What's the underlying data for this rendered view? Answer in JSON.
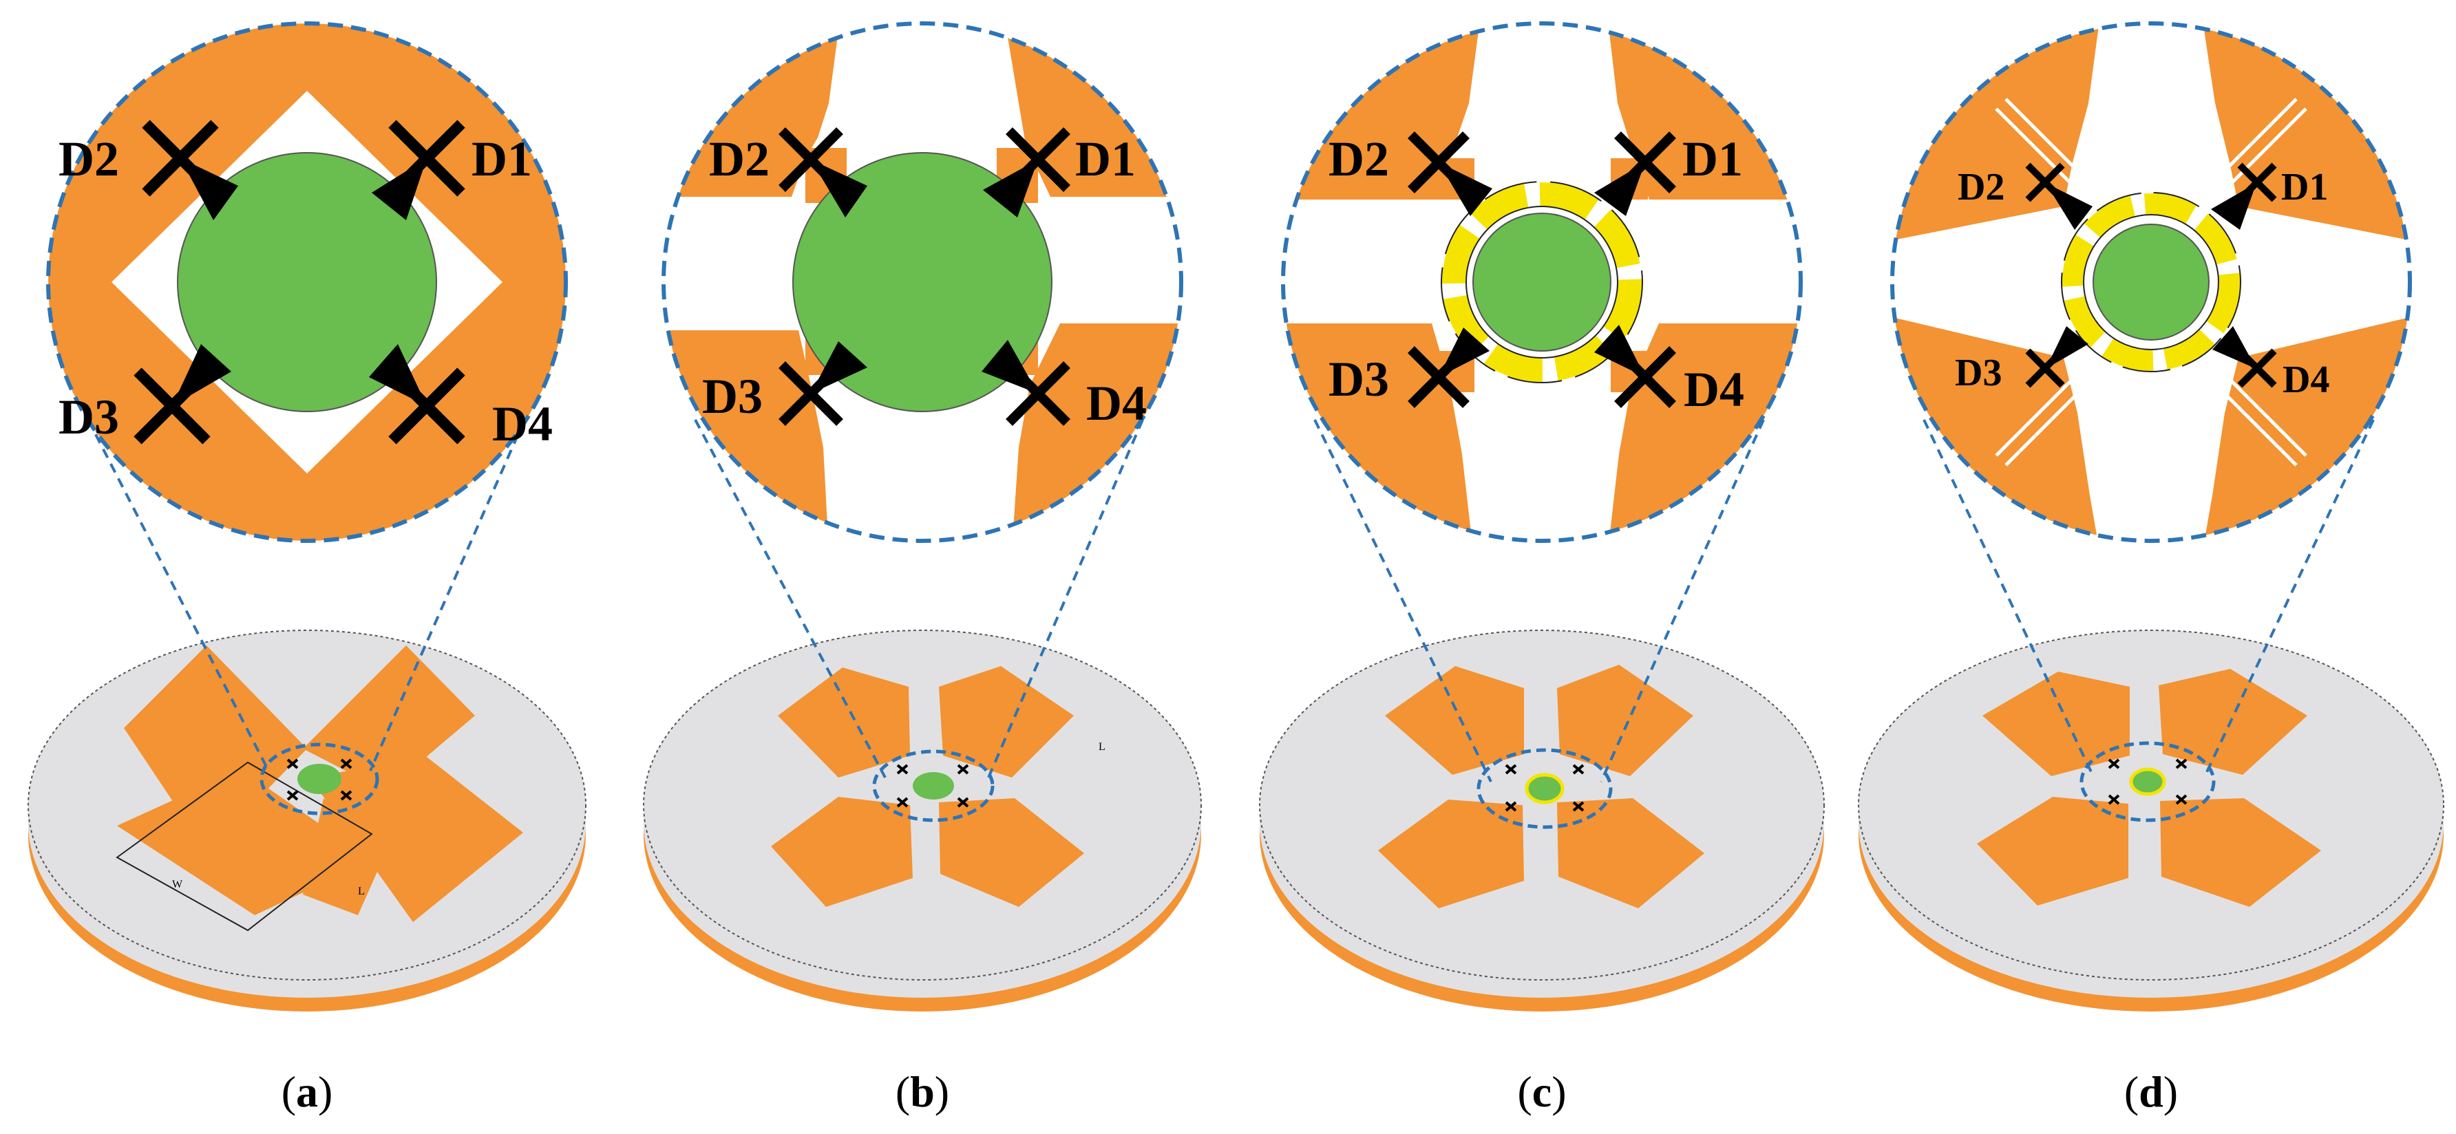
{
  "panels": [
    {
      "id": "a",
      "label": "a",
      "ports": [
        "D1",
        "D2",
        "D3",
        "D4"
      ],
      "has_yellow_ring": false,
      "has_slots": false
    },
    {
      "id": "b",
      "label": "b",
      "ports": [
        "D1",
        "D2",
        "D3",
        "D4"
      ],
      "has_yellow_ring": false,
      "has_slots": false
    },
    {
      "id": "c",
      "label": "c",
      "ports": [
        "D1",
        "D2",
        "D3",
        "D4"
      ],
      "has_yellow_ring": true,
      "has_slots": false
    },
    {
      "id": "d",
      "label": "d",
      "ports": [
        "D1",
        "D2",
        "D3",
        "D4"
      ],
      "has_yellow_ring": true,
      "has_slots": true
    }
  ],
  "dimension_labels": {
    "w": "W",
    "l": "L"
  },
  "colors": {
    "patch": "#F39333",
    "center": "#6ABD4F",
    "ring": "#F5E400",
    "substrate_top": "#E1E1E3",
    "substrate_edge": "#F39333",
    "zoom_line": "#2E74B5",
    "marker": "#000000"
  }
}
